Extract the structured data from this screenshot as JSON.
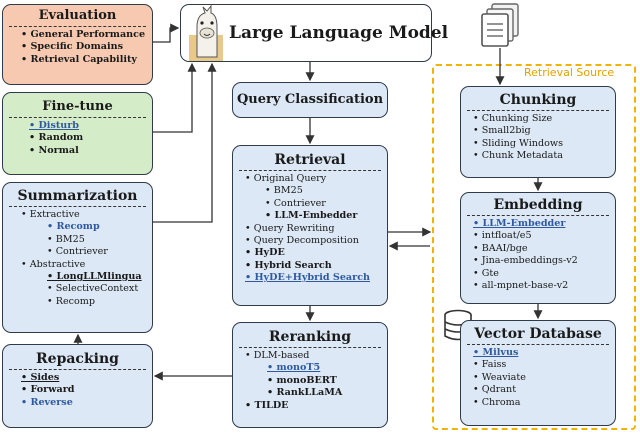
{
  "llm": {
    "title": "Large Language Model"
  },
  "evaluation": {
    "title": "Evaluation",
    "items": [
      "General Performance",
      "Specific Domains",
      "Retrieval Capability"
    ]
  },
  "finetune": {
    "title": "Fine-tune",
    "items": [
      "Disturb",
      "Random",
      "Normal"
    ]
  },
  "summarization": {
    "title": "Summarization",
    "extractive": "Extractive",
    "extractive_items": [
      "Recomp",
      "BM25",
      "Contriever"
    ],
    "abstractive": "Abstractive",
    "abstractive_items": [
      "LongLLMlingua",
      "SelectiveContext",
      "Recomp"
    ]
  },
  "repacking": {
    "title": "Repacking",
    "items": [
      "Sides",
      "Forward",
      "Reverse"
    ]
  },
  "query_classification": {
    "title": "Query Classification"
  },
  "retrieval": {
    "title": "Retrieval",
    "original": "Original Query",
    "original_items": [
      "BM25",
      "Contriever",
      "LLM-Embedder"
    ],
    "items": [
      "Query Rewriting",
      "Query Decomposition",
      "HyDE",
      "Hybrid Search",
      "HyDE+Hybrid Search"
    ]
  },
  "reranking": {
    "title": "Reranking",
    "dlm": "DLM-based",
    "dlm_items": [
      "monoT5",
      "monoBERT",
      "RankLLaMA"
    ],
    "tilde": "TILDE"
  },
  "retrieval_source": {
    "label": "Retrieval Source"
  },
  "chunking": {
    "title": "Chunking",
    "items": [
      "Chunking Size",
      "Small2big",
      "Sliding Windows",
      "Chunk Metadata"
    ]
  },
  "embedding": {
    "title": "Embedding",
    "items": [
      "LLM-Embedder",
      "intfloat/e5",
      "BAAI/bge",
      "Jina-embeddings-v2",
      "Gte",
      "all-mpnet-base-v2"
    ]
  },
  "vectordb": {
    "title": "Vector Database",
    "items": [
      "Milvus",
      "Faiss",
      "Weaviate",
      "Qdrant",
      "Chroma"
    ]
  },
  "colors": {
    "blue_box": "#dce8f5",
    "green_box": "#d5ecc9",
    "peach_box": "#f6c9b0",
    "highlight": "#2f5aa0",
    "region": "#f0b400"
  }
}
